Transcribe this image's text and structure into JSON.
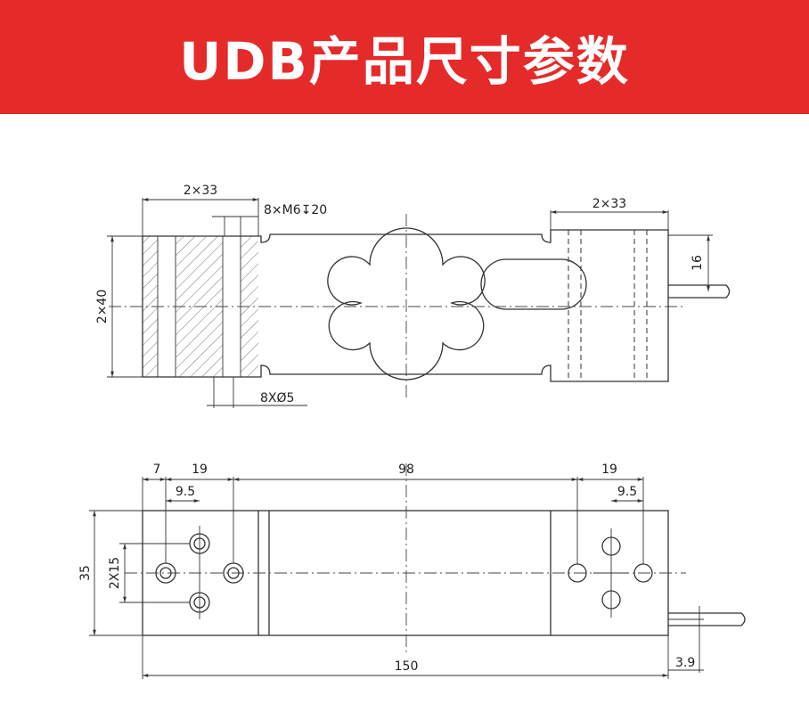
{
  "header": {
    "title": "UDB产品尺寸参数",
    "background": "#e52a2a",
    "text_color": "#ffffff"
  },
  "top_view": {
    "dim_left_span": "2×33",
    "dim_thread": "8×M6↧20",
    "dim_right_span": "2×33",
    "dim_height": "2×40",
    "dim_cable": "16",
    "dim_holes": "8XØ5"
  },
  "bottom_view": {
    "dim_edge": "7",
    "dim_left_pitch": "19",
    "dim_left_half": "9.5",
    "dim_center": "98",
    "dim_right_pitch": "19",
    "dim_right_half": "9.5",
    "dim_width": "35",
    "dim_vertical_pitch": "2X15",
    "dim_length": "150",
    "dim_cable_offset": "3.9"
  }
}
